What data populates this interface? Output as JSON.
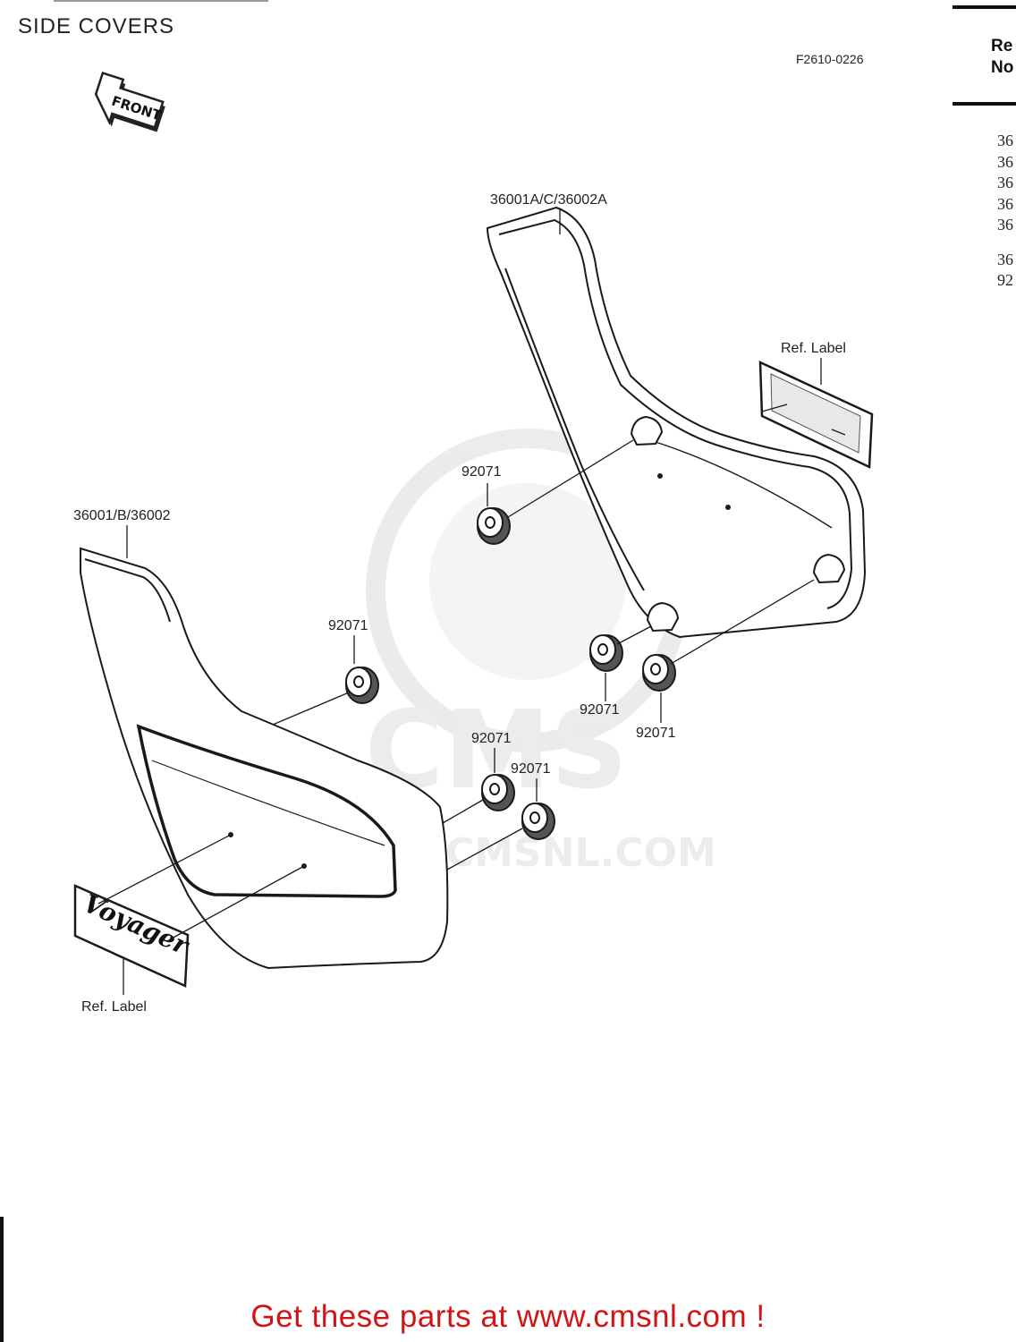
{
  "header": {
    "title": "SIDE COVERS",
    "figure_code": "F2610-0226",
    "ref_column_header_line1": "Re",
    "ref_column_header_line2": "No"
  },
  "ref_list": [
    "36",
    "36",
    "36",
    "36",
    "36",
    "36",
    "92"
  ],
  "orientation_arrow": {
    "label": "FRONT"
  },
  "callouts": {
    "right_cover": "36001A/C/36002A",
    "left_cover": "36001/B/36002",
    "right_label": "Ref. Label",
    "left_label": "Ref. Label",
    "grommet_1": "92071",
    "grommet_2": "92071",
    "grommet_3": "92071",
    "grommet_4": "92071",
    "grommet_5": "92071",
    "grommet_6": "92071"
  },
  "emblem": {
    "text": "Voyager"
  },
  "watermark": {
    "text": "CMS",
    "url": "WWW.CMSNL.COM"
  },
  "footer": {
    "text": "Get these parts at www.cmsnl.com !"
  },
  "colors": {
    "footer_text": "#d31414",
    "line_art": "#1a1a1a",
    "watermark": "#e6e6e6"
  }
}
